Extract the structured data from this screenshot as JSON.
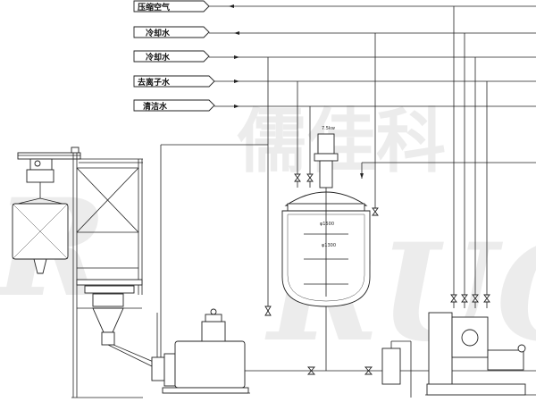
{
  "utility_lines": [
    {
      "label": "压缩空气"
    },
    {
      "label": "冷却水"
    },
    {
      "label": "冷却水"
    },
    {
      "label": "去离子水"
    },
    {
      "label": "清洁水"
    }
  ],
  "reactor": {
    "motor_rating": "7.5kw",
    "tags": [
      "φ1500",
      "φ1300"
    ]
  },
  "watermark": {
    "cjk": "儒佳科",
    "latin": "RUCO"
  }
}
